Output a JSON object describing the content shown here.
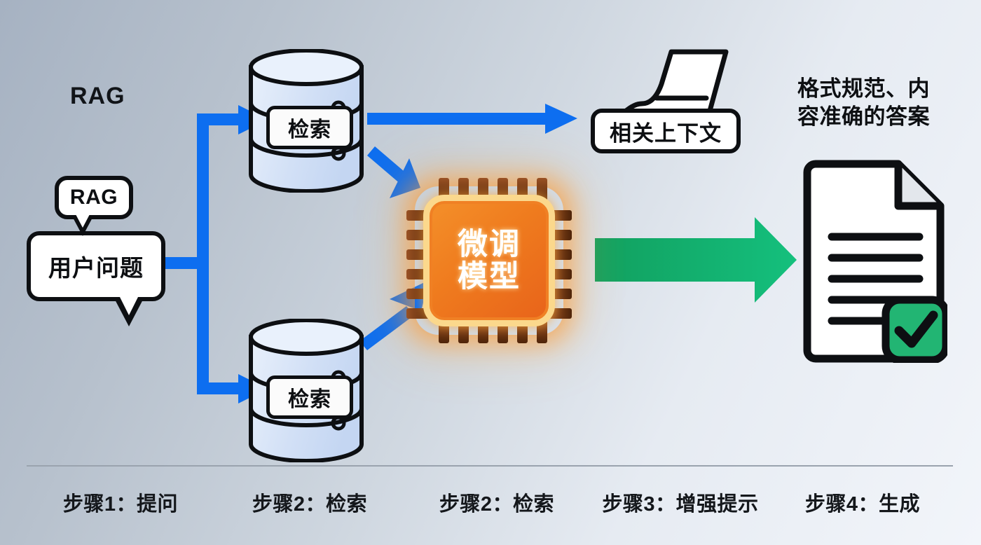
{
  "diagram": {
    "title": "RAG",
    "heading_label": "RAG",
    "question": {
      "tag_label": "RAG",
      "box_label": "用户问题"
    },
    "databases": [
      {
        "name": "retrieval-db-top",
        "label": "检索"
      },
      {
        "name": "retrieval-db-bottom",
        "label": "检索"
      }
    ],
    "chip": {
      "line1": "微调",
      "line2": "模型",
      "icon": "cpu-chip-icon",
      "color": "#ef7b1e",
      "glow_color": "#fbd88c"
    },
    "context": {
      "label": "相关上下文",
      "icon": "document-lines-icon"
    },
    "answer": {
      "heading_line1": "格式规范、内",
      "heading_line2": "容准确的答案",
      "icon": "document-check-icon",
      "check_color": "#22b573"
    },
    "arrows": {
      "flow_color": "#0d6ef0",
      "result_color": "#14b06e"
    },
    "steps": [
      "步骤1：提问",
      "步骤2：检索",
      "步骤2：检索",
      "步骤3：增强提示",
      "步骤4：生成"
    ]
  }
}
